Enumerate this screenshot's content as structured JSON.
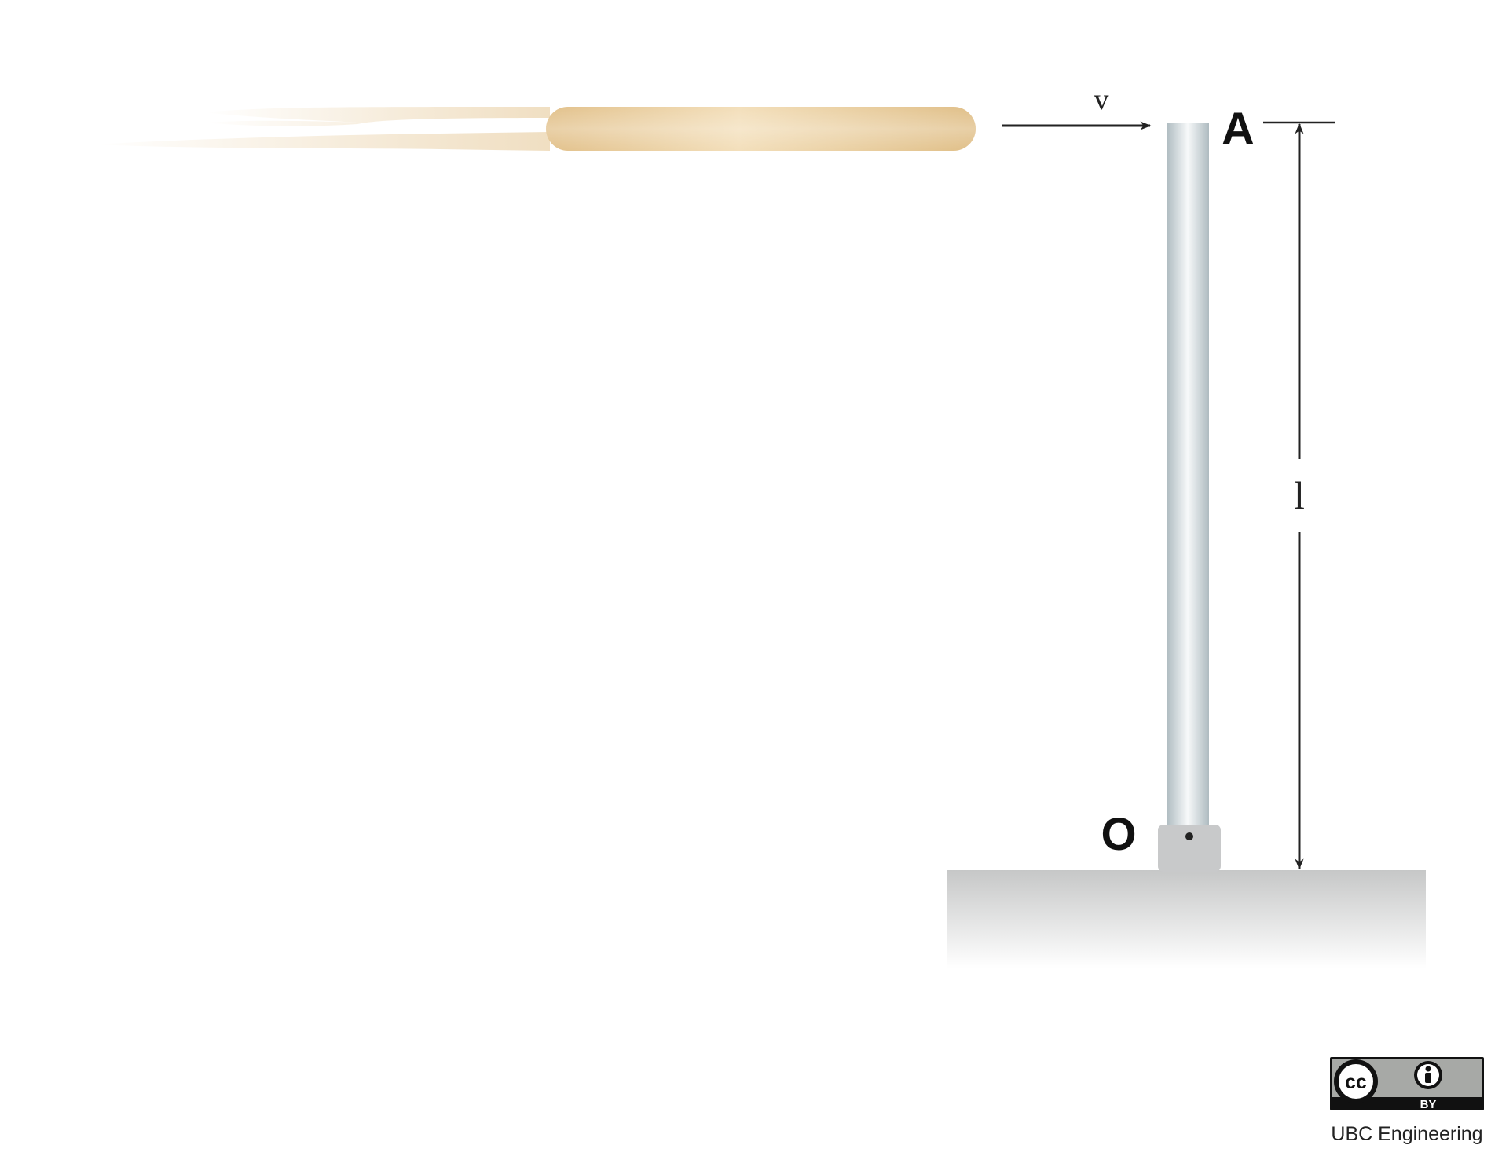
{
  "diagram": {
    "velocity_label": "v",
    "point_top_label": "A",
    "point_pivot_label": "O",
    "length_label": "l"
  },
  "license": {
    "cc_text": "cc",
    "by_text": "BY",
    "credit": "UBC Engineering"
  },
  "colors": {
    "projectile": "#e6c999",
    "rod_edge": "#b7c2c6",
    "rod_center": "#f4f7f8",
    "pivot_block": "#c8c9ca",
    "ground_top": "#c9caca",
    "arrow": "#222222",
    "badge_gray": "#a7a9a6",
    "badge_black": "#111111"
  }
}
